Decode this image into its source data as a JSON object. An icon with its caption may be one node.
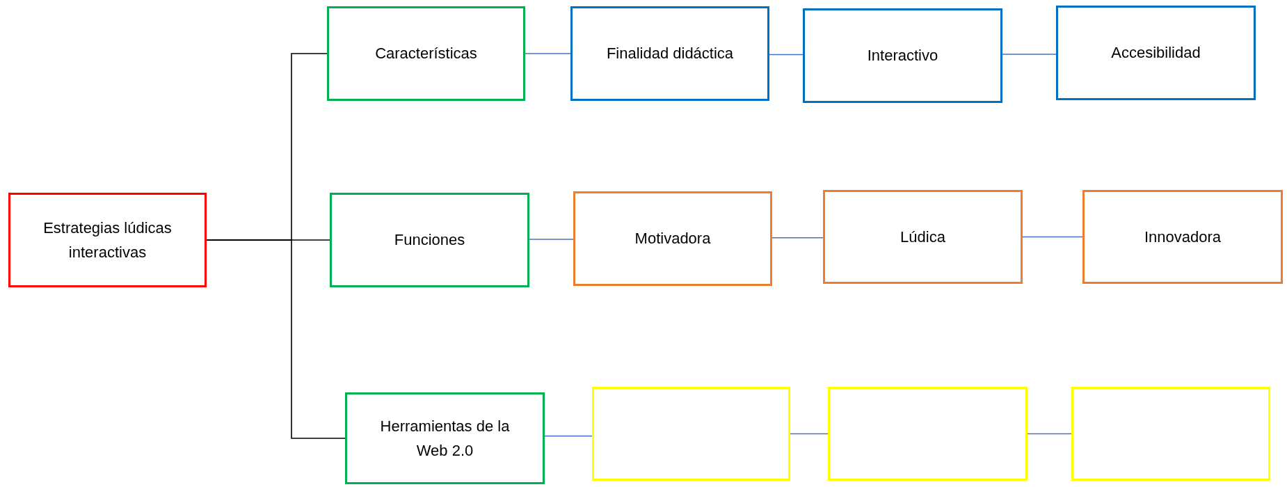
{
  "diagram": {
    "nodes": [
      {
        "text": [
          "Estrategias lúdicas interactivas"
        ]
      },
      {
        "text": [
          "Características"
        ]
      },
      {
        "text": [
          "Finalidad didáctica"
        ]
      },
      {
        "text": [
          "Interactivo"
        ]
      },
      {
        "text": [
          "Accesibilidad"
        ]
      },
      {
        "text": [
          "Funciones"
        ]
      },
      {
        "text": [
          "Motivadora"
        ]
      },
      {
        "text": [
          "Lúdica"
        ]
      },
      {
        "text": [
          "Innovadora"
        ]
      },
      {
        "text": [
          "Herramientas de la Web 2.0"
        ]
      },
      {
        "text": [],
        "shape": "box"
      },
      {
        "text": [],
        "shape": "box"
      },
      {
        "text": [],
        "shape": "box"
      }
    ],
    "edges": [
      {
        "from": 0,
        "to": 1,
        "arrow": "none",
        "color": "#000000"
      },
      {
        "from": 0,
        "to": 5,
        "arrow": "none",
        "color": "#000000"
      },
      {
        "from": 0,
        "to": 9,
        "arrow": "none",
        "color": "#000000"
      },
      {
        "from": 1,
        "to": 2,
        "arrow": "none"
      },
      {
        "from": 2,
        "to": 3,
        "arrow": "none"
      },
      {
        "from": 3,
        "to": 4,
        "arrow": "none"
      },
      {
        "from": 5,
        "to": 6,
        "arrow": "none"
      },
      {
        "from": 6,
        "to": 7,
        "arrow": "none"
      },
      {
        "from": 7,
        "to": 8,
        "arrow": "none"
      },
      {
        "from": 9,
        "to": 10,
        "arrow": "none"
      },
      {
        "from": 10,
        "to": 11,
        "arrow": "none"
      },
      {
        "from": 11,
        "to": 12,
        "arrow": "none"
      }
    ]
  }
}
